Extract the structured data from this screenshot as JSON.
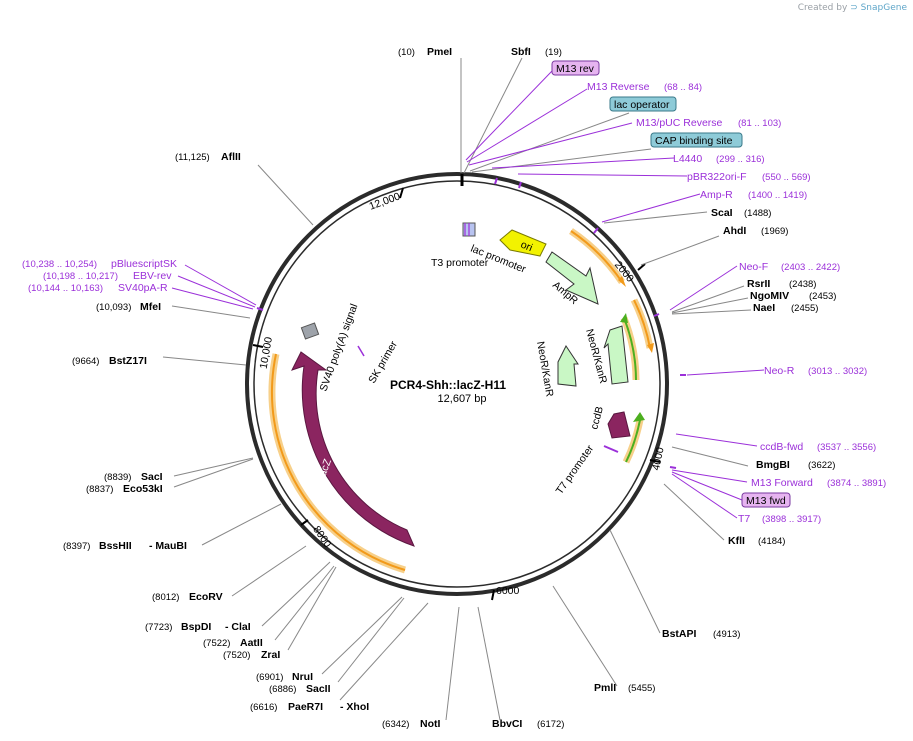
{
  "credit": {
    "prefix": "Created by",
    "brand": "SnapGene"
  },
  "plasmid": {
    "name": "PCR4-Shh::lacZ-H11",
    "length": "12,607 bp"
  },
  "ticks": [
    "12,000",
    "2000",
    "4000",
    "6000",
    "8000",
    "10,000"
  ],
  "features": {
    "ori": "ori",
    "ampr": "AmpR",
    "lac_promoter": "lac promoter",
    "t3_promoter": "T3 promoter",
    "neor1": "NeoR/KanR",
    "neor2": "NeoR/KanR",
    "ccdb": "ccdB",
    "t7_promoter": "T7 promoter",
    "lacz": "lacZ",
    "sv40": "SV40 poly(A) signal",
    "sk_primer": "SK primer"
  },
  "sites": {
    "pmei": {
      "name": "PmeI",
      "pos": "(10)"
    },
    "sbfi": {
      "name": "SbfI",
      "pos": "(19)"
    },
    "m13rev": {
      "name": "M13 rev"
    },
    "m13reverse": {
      "name": "M13 Reverse",
      "pos": "(68 .. 84)"
    },
    "lacop": {
      "name": "lac operator"
    },
    "m13puc": {
      "name": "M13/pUC Reverse",
      "pos": "(81 .. 103)"
    },
    "cap": {
      "name": "CAP binding site"
    },
    "l4440": {
      "name": "L4440",
      "pos": "(299 .. 316)"
    },
    "pbr322": {
      "name": "pBR322ori-F",
      "pos": "(550 .. 569)"
    },
    "ampr_p": {
      "name": "Amp-R",
      "pos": "(1400 .. 1419)"
    },
    "scai": {
      "name": "ScaI",
      "pos": "(1488)"
    },
    "ahdi": {
      "name": "AhdI",
      "pos": "(1969)"
    },
    "neof": {
      "name": "Neo-F",
      "pos": "(2403 .. 2422)"
    },
    "rsrii": {
      "name": "RsrII",
      "pos": "(2438)"
    },
    "ngomiv": {
      "name": "NgoMIV",
      "pos": "(2453)"
    },
    "naei": {
      "name": "NaeI",
      "pos": "(2455)"
    },
    "neor_p": {
      "name": "Neo-R",
      "pos": "(3013 .. 3032)"
    },
    "ccdbfwd": {
      "name": "ccdB-fwd",
      "pos": "(3537 .. 3556)"
    },
    "bmgbi": {
      "name": "BmgBI",
      "pos": "(3622)"
    },
    "m13fwd_p": {
      "name": "M13 Forward",
      "pos": "(3874 .. 3891)"
    },
    "m13fwd": {
      "name": "M13 fwd"
    },
    "t7": {
      "name": "T7",
      "pos": "(3898 .. 3917)"
    },
    "kfli": {
      "name": "KflI",
      "pos": "(4184)"
    },
    "bstapi": {
      "name": "BstAPI",
      "pos": "(4913)"
    },
    "pmli": {
      "name": "PmlI",
      "pos": "(5455)"
    },
    "bbvci": {
      "name": "BbvCI",
      "pos": "(6172)"
    },
    "noti": {
      "name": "NotI",
      "pos": "(6342)"
    },
    "paer7i": {
      "name": "PaeR7I",
      "pos": "(6616)",
      "extra": "- XhoI"
    },
    "sacii": {
      "name": "SacII",
      "pos": "(6886)"
    },
    "nrui": {
      "name": "NruI",
      "pos": "(6901)"
    },
    "zrai": {
      "name": "ZraI",
      "pos": "(7520)"
    },
    "aatii": {
      "name": "AatII",
      "pos": "(7522)"
    },
    "bspdi": {
      "name": "BspDI",
      "pos": "(7723)",
      "extra": "- ClaI"
    },
    "ecorv": {
      "name": "EcoRV",
      "pos": "(8012)"
    },
    "bsshii": {
      "name": "BssHII",
      "pos": "(8397)",
      "extra": "- MauBI"
    },
    "eco53ki": {
      "name": "Eco53kI",
      "pos": "(8837)"
    },
    "saci": {
      "name": "SacI",
      "pos": "(8839)"
    },
    "bstz17i": {
      "name": "BstZ17I",
      "pos": "(9664)"
    },
    "mfei": {
      "name": "MfeI",
      "pos": "(10,093)"
    },
    "sv40pa": {
      "name": "SV40pA-R",
      "pos": "(10,144 .. 10,163)"
    },
    "ebv": {
      "name": "EBV-rev",
      "pos": "(10,198 .. 10,217)"
    },
    "pblue": {
      "name": "pBluescriptSK",
      "pos": "(10,238 .. 10,254)"
    },
    "aflii": {
      "name": "AflII",
      "pos": "(11,125)"
    }
  },
  "colors": {
    "backbone": "#2b2b2b",
    "primer": "#9b30d9",
    "lacz": "#8b2560",
    "ori": "#f2f200",
    "resistance": "#c9f7c5",
    "orf_highlight": "#f7d08a",
    "promoter_arrow": "#f29a1a",
    "neo_arrow": "#4caf1f"
  }
}
